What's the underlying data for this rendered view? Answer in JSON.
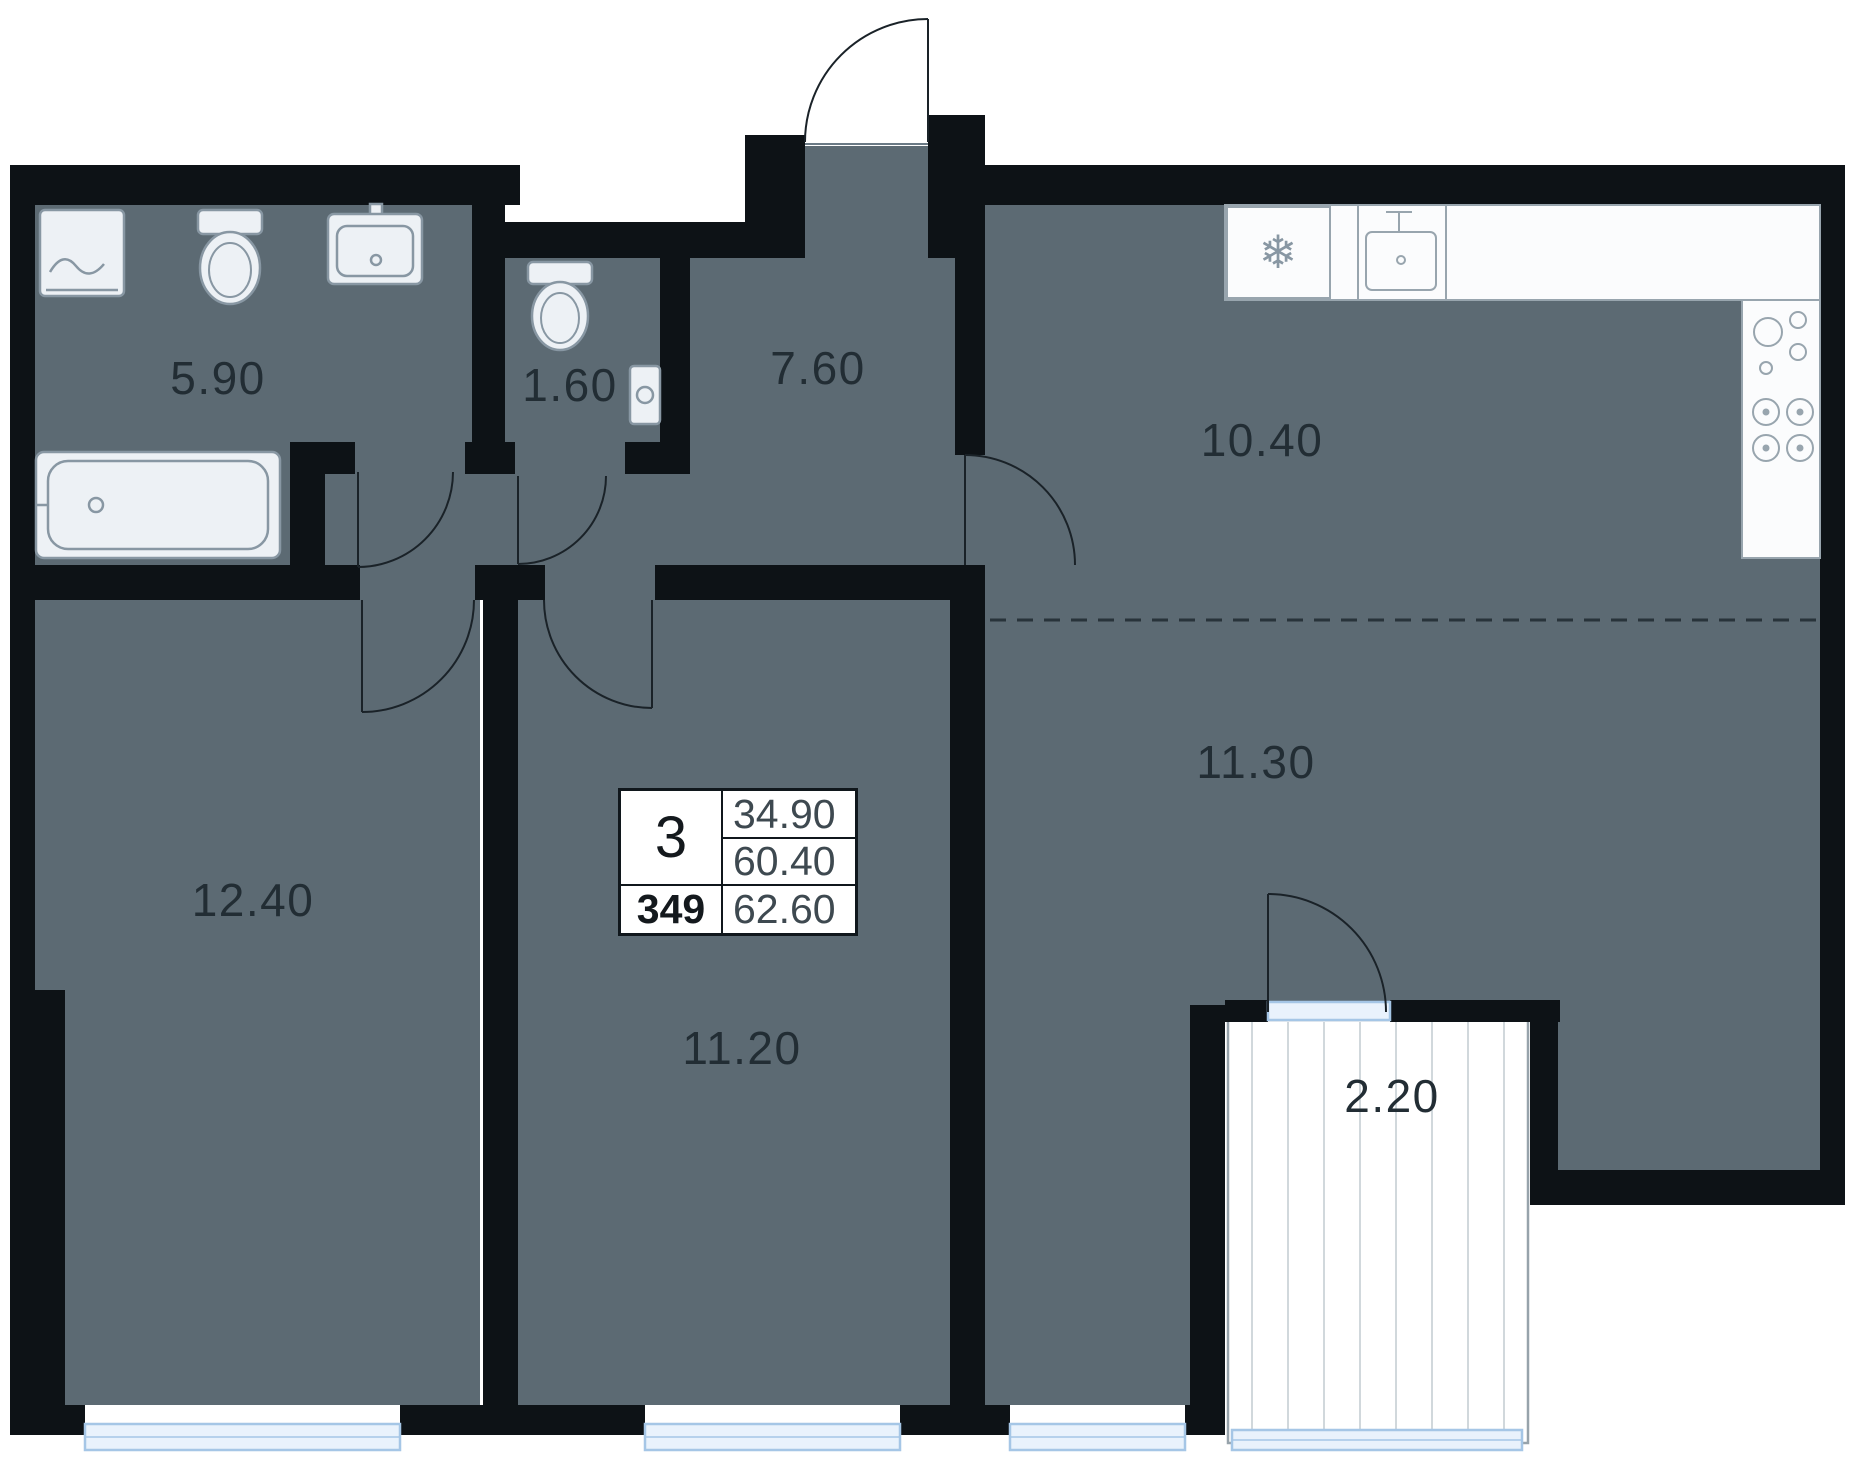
{
  "plan": {
    "type": "apartment-floor-plan",
    "colors": {
      "room_fill": "#5c6a73",
      "wall": "#0d1216",
      "window": "#e9f2fc",
      "window_stroke": "#a5c6e6",
      "fixture_stroke": "#8897a3",
      "label_text": "#222d34"
    },
    "icons": {
      "fridge": "❄"
    },
    "rooms": [
      {
        "id": "bathroom",
        "area": "5.90"
      },
      {
        "id": "wc",
        "area": "1.60"
      },
      {
        "id": "hallway",
        "area": "7.60"
      },
      {
        "id": "kitchen",
        "area": "10.40"
      },
      {
        "id": "living-room",
        "area": "11.30"
      },
      {
        "id": "bedroom-left",
        "area": "12.40"
      },
      {
        "id": "bedroom-middle",
        "area": "11.20"
      },
      {
        "id": "balcony",
        "area": "2.20"
      }
    ],
    "info_box": {
      "rooms_count": "3",
      "area_living": "34.90",
      "area_no_balcony": "60.40",
      "apartment_number": "349",
      "area_total": "62.60"
    },
    "fixtures": [
      "washing-machine",
      "toilet",
      "sink",
      "bathtub",
      "toilet",
      "corner-sink",
      "fridge",
      "kitchen-sink",
      "hob",
      "stove"
    ]
  }
}
